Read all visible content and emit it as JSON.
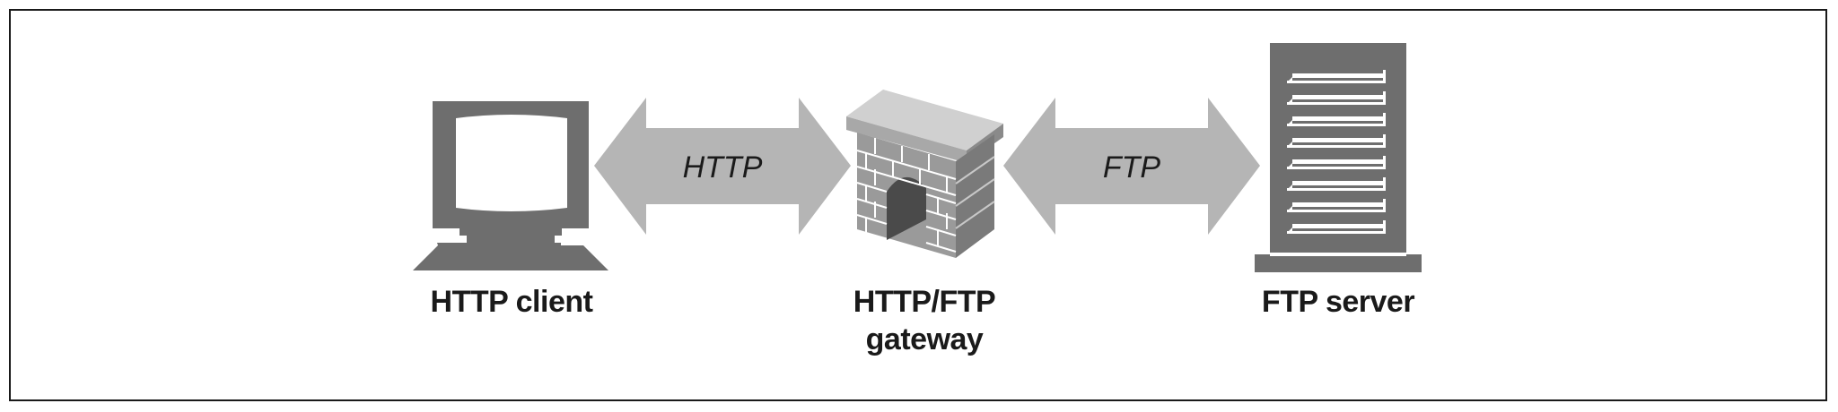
{
  "nodes": {
    "client": {
      "label": "HTTP client"
    },
    "gateway": {
      "label_line1": "HTTP/FTP",
      "label_line2": "gateway"
    },
    "server": {
      "label": "FTP server"
    }
  },
  "connections": {
    "left": {
      "label": "HTTP"
    },
    "right": {
      "label": "FTP"
    }
  },
  "colors": {
    "icon_dark": "#6e6e6e",
    "arrow_fill": "#b5b5b5",
    "wall_light": "#9a9a9a",
    "wall_cap": "#d0d0d0",
    "frame": "#1a1a1a"
  }
}
